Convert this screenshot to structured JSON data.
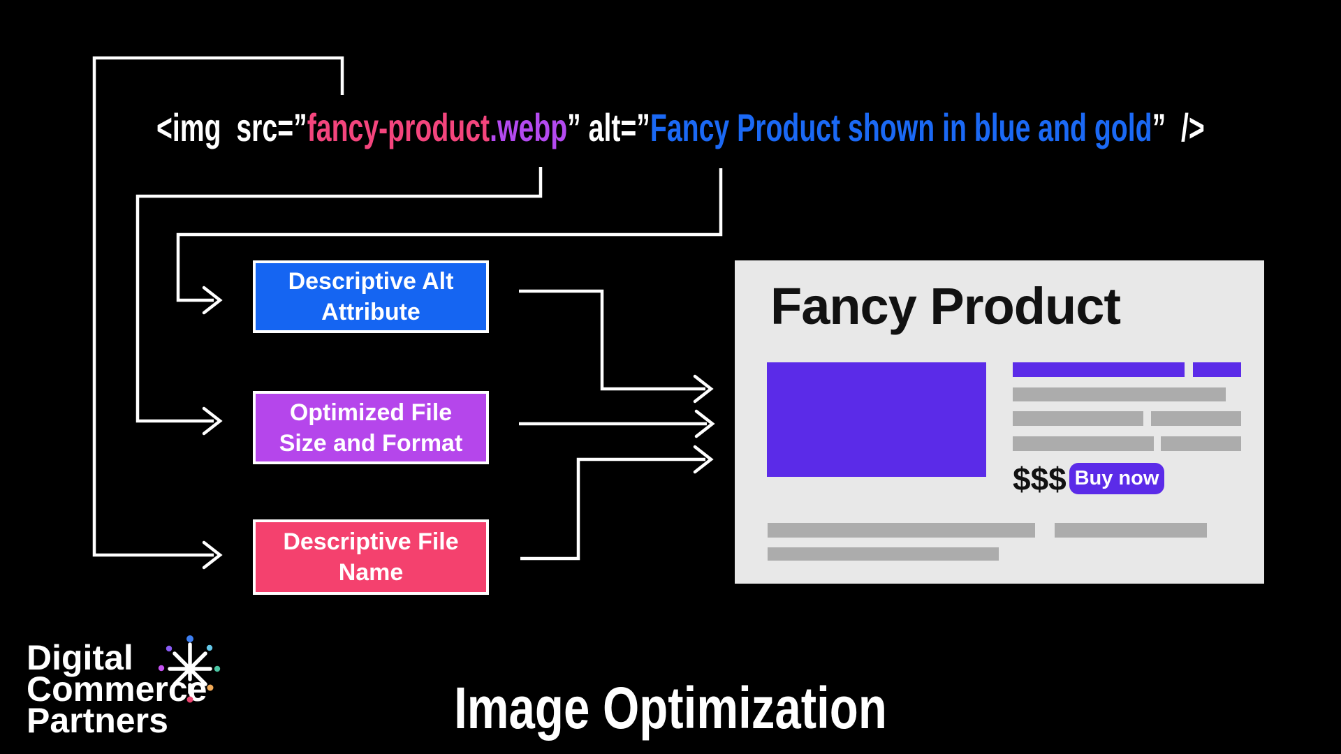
{
  "code_line": {
    "segments": [
      {
        "text": "<img  src=”"
      },
      {
        "text": "fancy-product"
      },
      {
        "text": ".webp"
      },
      {
        "text": "” alt=”"
      },
      {
        "text": "Fancy Product shown in blue and gold"
      },
      {
        "text": "”  />"
      }
    ]
  },
  "callouts": [
    {
      "line1": "Descriptive Alt",
      "line2": "Attribute"
    },
    {
      "line1": "Optimized File",
      "line2": "Size and Format"
    },
    {
      "line1": "Descriptive File",
      "line2": "Name"
    }
  ],
  "product_card": {
    "title": "Fancy Product",
    "price": "$$$",
    "buy_button_label": "Buy now"
  },
  "footer": {
    "logo_line1": "Digital",
    "logo_line2": "Commerce",
    "logo_line3": "Partners",
    "caption": "Image Optimization"
  },
  "colors": {
    "bg": "#000000",
    "white": "#FFFFFF",
    "code-pink": "#F4457D",
    "code-purple": "#B44AF0",
    "code-blue": "#1B69F5",
    "box-blue": "#1565F2",
    "box-purple": "#B546EB",
    "box-pink": "#F4416E",
    "product-purple": "#5B2BE8",
    "card-bg": "#E8E8E8",
    "bar-gray": "#ACACAC",
    "dot-blue": "#3D7FF2",
    "dot-cyan": "#64C7E8",
    "dot-teal": "#4BC5A3",
    "dot-orange": "#F2AA58",
    "dot-crimson": "#E8436E",
    "dot-magenta": "#C553F0",
    "dot-violet": "#8A5CF5"
  }
}
